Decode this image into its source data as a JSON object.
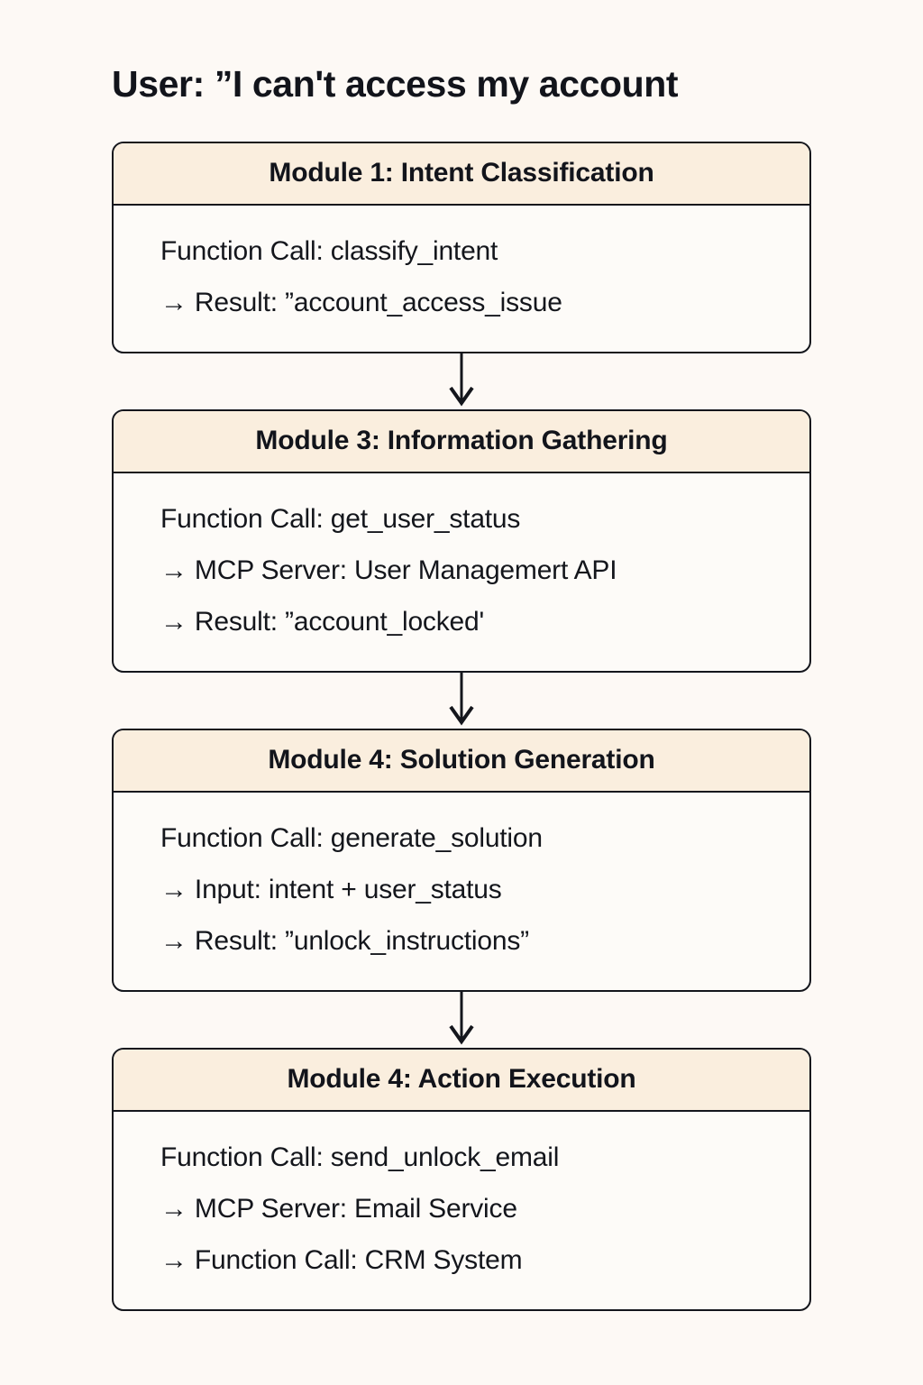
{
  "diagram": {
    "title": "User: ”I can't access my account",
    "colors": {
      "page_background": "#fdf9f5",
      "card_header_fill": "#faeede",
      "card_body_fill": "#fdfbf8",
      "border": "#14161c",
      "text": "#12141b"
    },
    "arrow_glyph": "→",
    "connector_name": "down-arrow-connector",
    "modules": [
      {
        "id": "module-1",
        "header": "Module 1: Intent Classification",
        "lines": [
          "Function Call:  classify_intent",
          "→ Result:  ”account_access_issue"
        ]
      },
      {
        "id": "module-3",
        "header": "Module 3: Information Gathering",
        "lines": [
          "Function Call:  get_user_status",
          "→ MCP Server: User Managemert API",
          "→ Result:  ”account_locked'"
        ]
      },
      {
        "id": "module-4-solution",
        "header": "Module 4: Solution Generation",
        "lines": [
          "Function Call:  generate_solution",
          "→ Input: intent + user_status",
          "→ Result:  ”unlock_instructions”"
        ]
      },
      {
        "id": "module-4-action",
        "header": "Module 4: Action Execution",
        "lines": [
          "Function Call:  send_unlock_email",
          "→ MCP Server: Email Service",
          "→ Function Call: CRM System"
        ]
      }
    ]
  }
}
